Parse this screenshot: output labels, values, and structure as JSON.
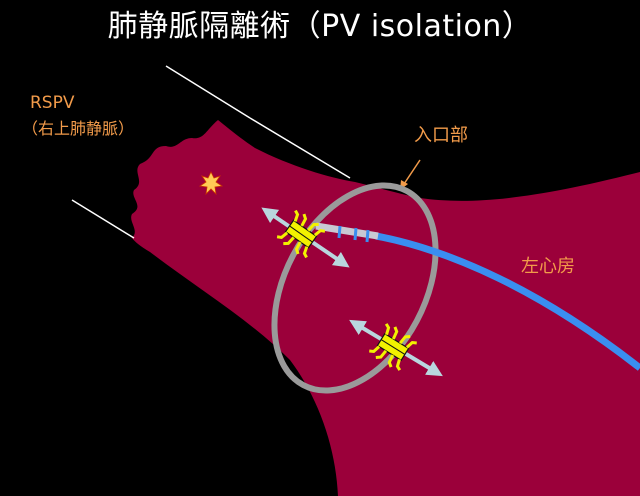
{
  "title": "肺静脈隔離術（PV isolation）",
  "labels": {
    "rspv": "RSPV",
    "rspv_jp": "（右上肺静脈）",
    "ostium": "入口部",
    "left_atrium": "左心房"
  },
  "colors": {
    "background": "#000000",
    "tissue": "#9b003a",
    "label_text": "#f29b4a",
    "title_text": "#ffffff",
    "catheter": "#3a8ef0",
    "lasso_ring": "#9a9a9a",
    "signal_yellow": "#f2f200",
    "arrow": "#b9d6de",
    "spark": "#ffcc55"
  },
  "icons": [
    "spark-icon",
    "signal-icon",
    "bidirectional-arrow-icon"
  ]
}
